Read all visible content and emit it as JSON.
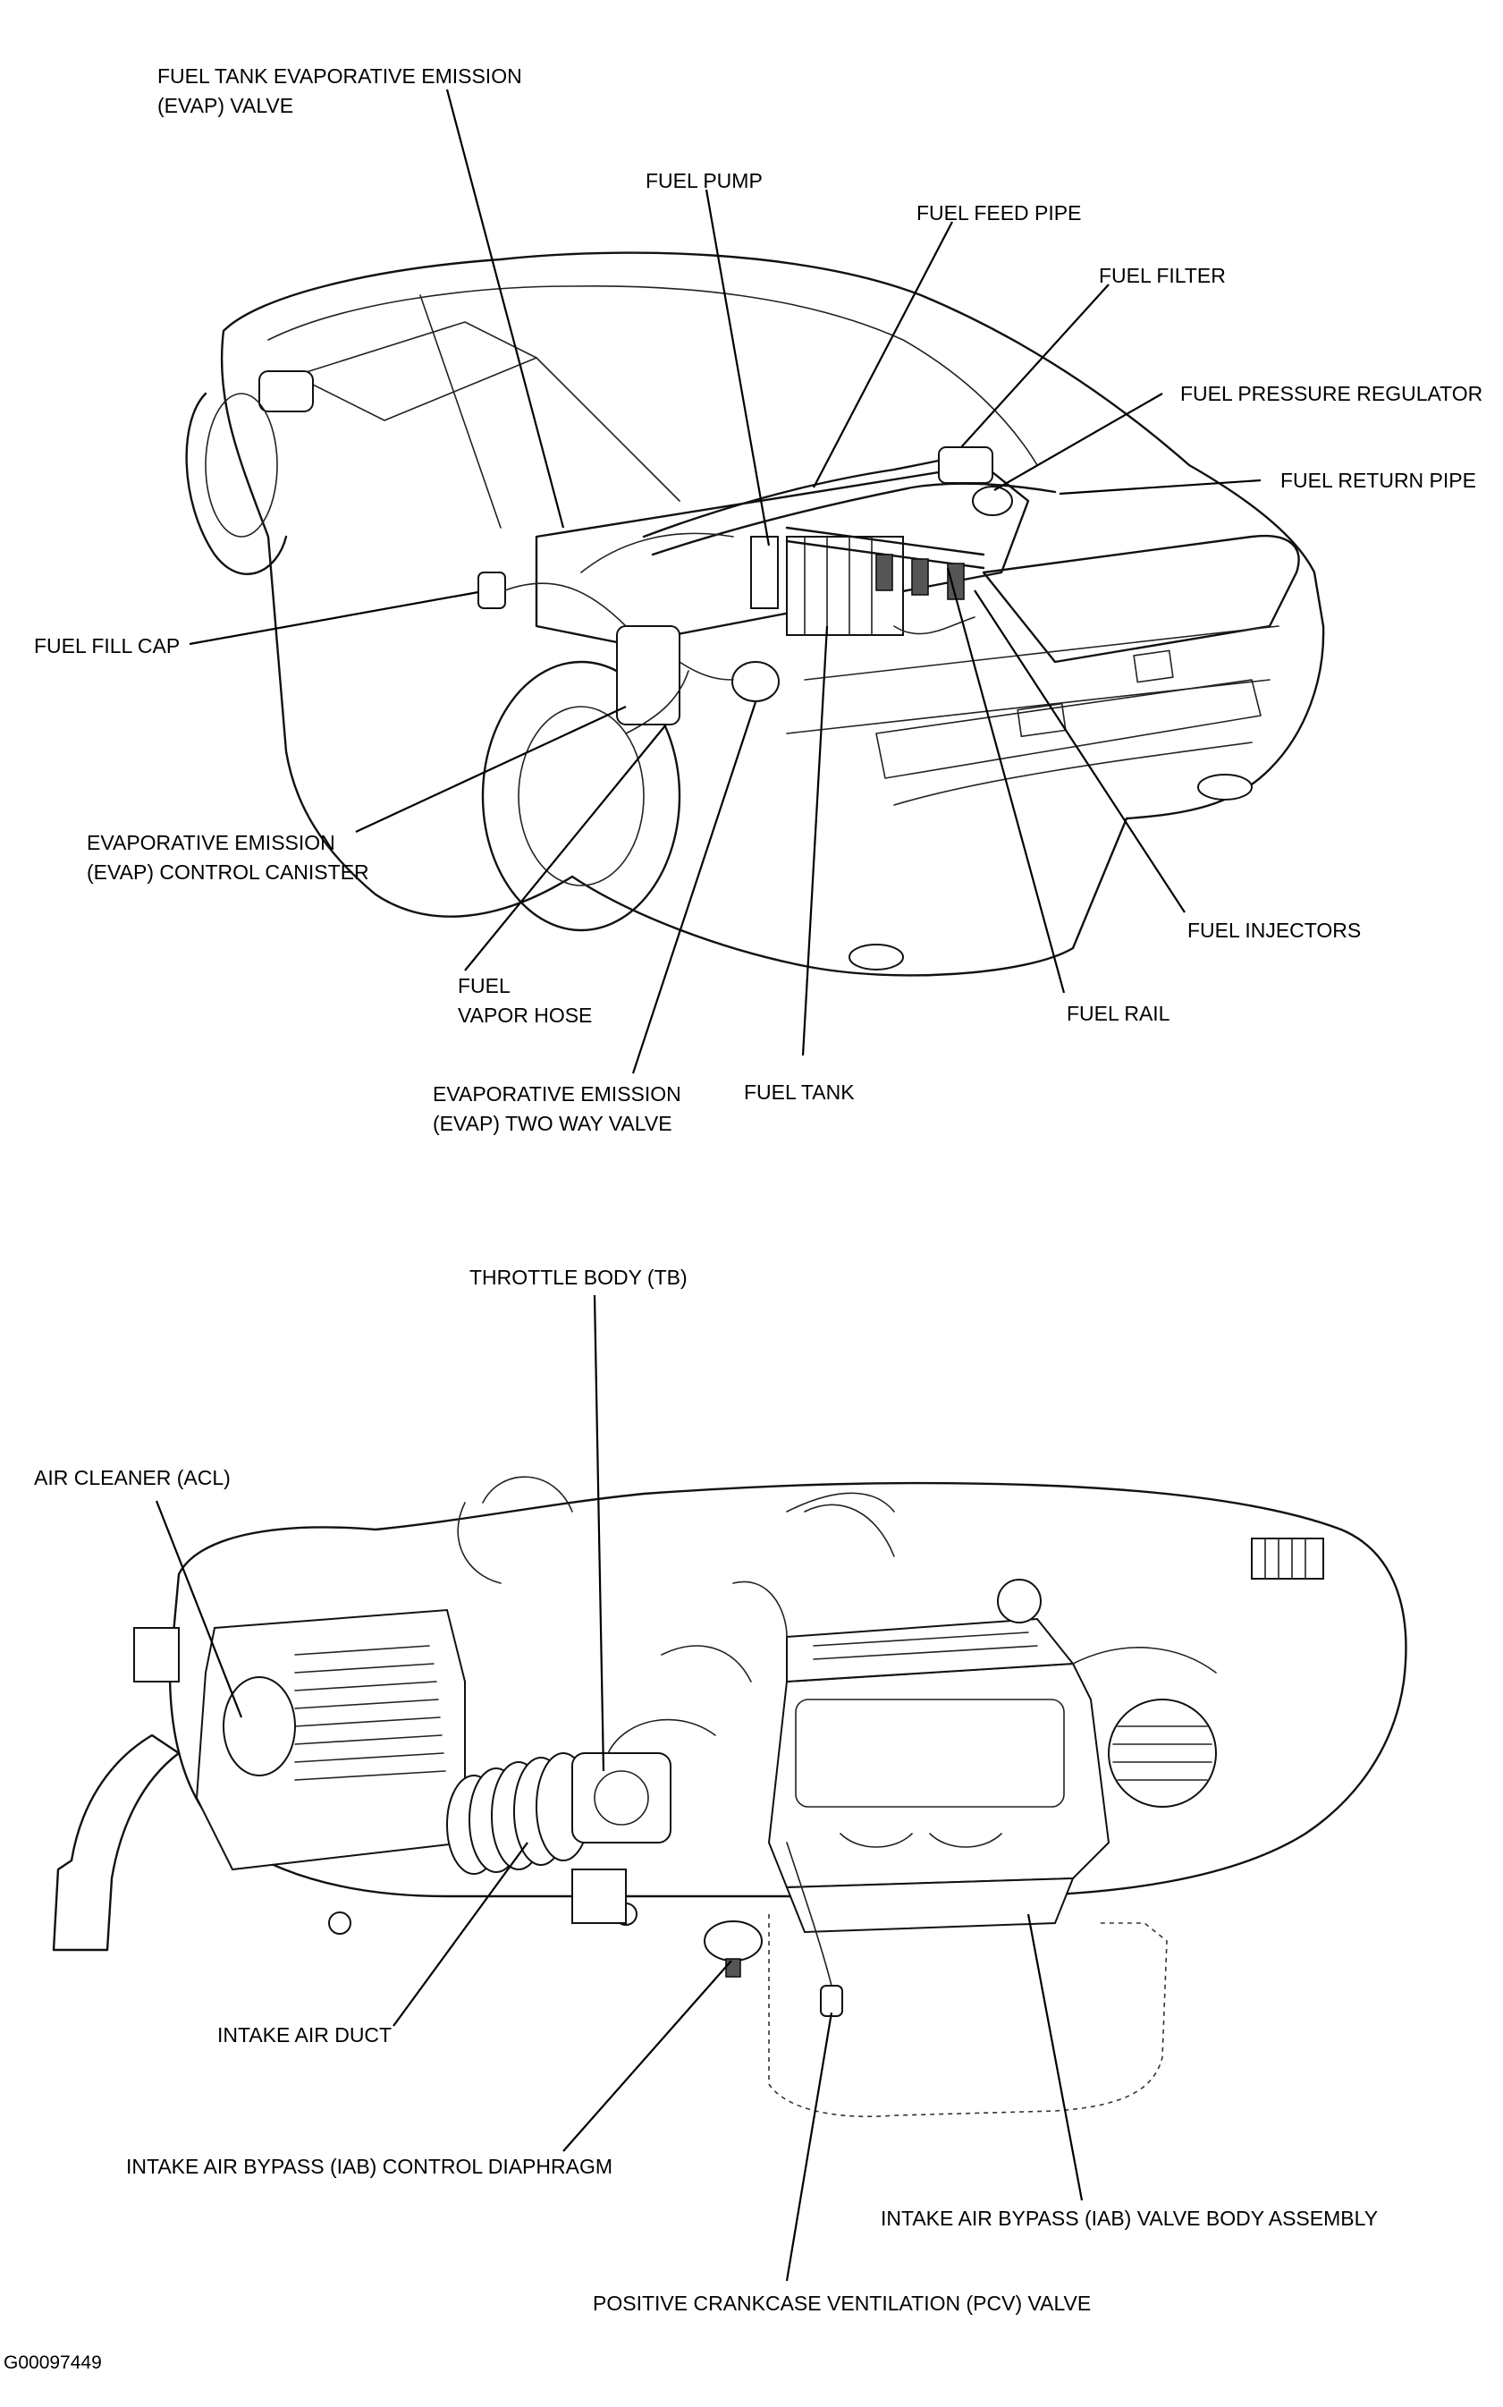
{
  "figure_id": "G00097449",
  "fuel_diagram": {
    "labels": {
      "evap_valve_1": "FUEL TANK EVAPORATIVE EMISSION",
      "evap_valve_2": "(EVAP) VALVE",
      "fuel_pump": "FUEL PUMP",
      "fuel_feed_pipe": "FUEL FEED PIPE",
      "fuel_filter": "FUEL FILTER",
      "fuel_pressure_regulator": "FUEL PRESSURE REGULATOR",
      "fuel_return_pipe": "FUEL RETURN PIPE",
      "fuel_fill_cap": "FUEL FILL CAP",
      "evap_canister_1": "EVAPORATIVE EMISSION",
      "evap_canister_2": "(EVAP) CONTROL CANISTER",
      "fuel_injectors": "FUEL INJECTORS",
      "fuel_vapor_hose_1": "FUEL",
      "fuel_vapor_hose_2": "VAPOR HOSE",
      "fuel_rail": "FUEL RAIL",
      "evap_two_way_1": "EVAPORATIVE EMISSION",
      "evap_two_way_2": "(EVAP) TWO WAY VALVE",
      "fuel_tank": "FUEL TANK"
    }
  },
  "intake_diagram": {
    "labels": {
      "throttle_body": "THROTTLE BODY (TB)",
      "air_cleaner": "AIR CLEANER (ACL)",
      "intake_air_duct": "INTAKE AIR DUCT",
      "iab_diaphragm": "INTAKE AIR BYPASS (IAB) CONTROL DIAPHRAGM",
      "iab_valve_body": "INTAKE AIR BYPASS (IAB) VALVE BODY ASSEMBLY",
      "pcv_valve": "POSITIVE CRANKCASE VENTILATION (PCV) VALVE"
    }
  }
}
